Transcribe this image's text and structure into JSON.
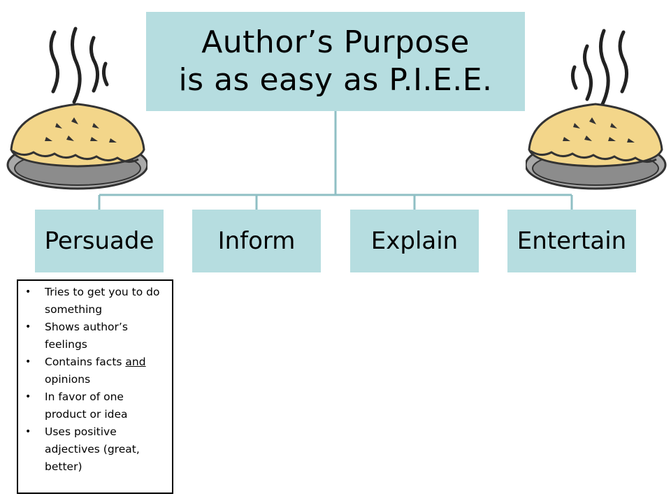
{
  "title": {
    "line1": "Author’s Purpose",
    "line2": "is as easy as P.I.E.E."
  },
  "categories": [
    {
      "label": "Persuade"
    },
    {
      "label": "Inform"
    },
    {
      "label": "Explain"
    },
    {
      "label": "Entertain"
    }
  ],
  "persuade_details": {
    "items": [
      {
        "text": "Tries to get you to do something"
      },
      {
        "text": "Shows author’s feelings"
      },
      {
        "prefix": "Contains facts ",
        "underlined": "and",
        "suffix": " opinions"
      },
      {
        "text": "In favor of one product or idea"
      },
      {
        "text": "Uses positive adjectives (great, better)"
      }
    ],
    "bullet": "•"
  },
  "icons": [
    "steaming-pie-icon-left",
    "steaming-pie-icon-right"
  ],
  "colors": {
    "box_fill": "#b6dde0",
    "connector": "#8fbfc4",
    "pie_crust": "#f3d68a",
    "pie_tin": "#9a9a9a"
  }
}
